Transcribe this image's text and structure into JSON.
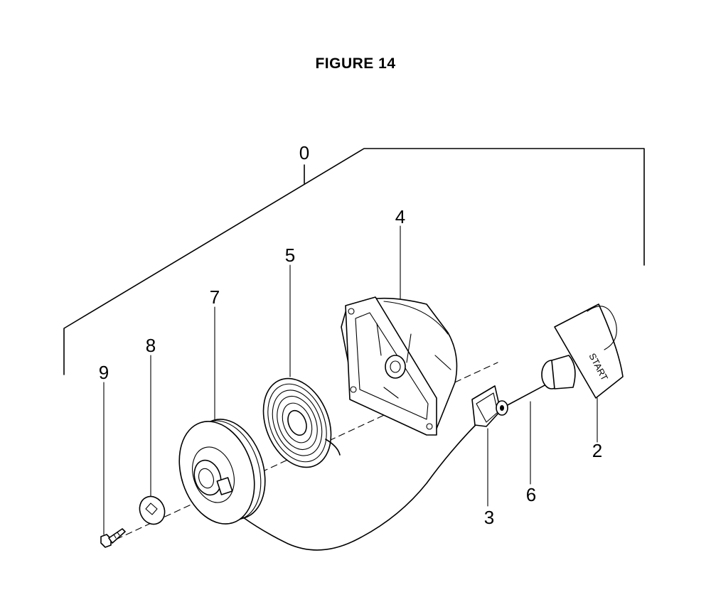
{
  "figure": {
    "title": "FIGURE 14"
  },
  "callouts": {
    "assembly": "0",
    "handle": "2",
    "grommet": "3",
    "case": "4",
    "spring": "5",
    "rope": "6",
    "pulley": "7",
    "washer": "8",
    "screw": "9"
  },
  "handle_text": "START"
}
